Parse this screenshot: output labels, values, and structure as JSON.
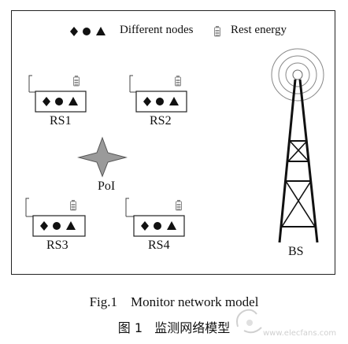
{
  "legend": {
    "nodes_text": "Different nodes",
    "energy_text": "Rest energy",
    "nodes_icon": "diamond-circle-triangle-icons",
    "energy_icon": "battery-icon"
  },
  "relay_stations": [
    {
      "label": "RS1"
    },
    {
      "label": "RS2"
    },
    {
      "label": "RS3"
    },
    {
      "label": "RS4"
    }
  ],
  "poi": {
    "label": "PoI",
    "icon": "four-point-star-icon"
  },
  "base_station": {
    "label": "BS",
    "icon": "radio-tower-icon"
  },
  "caption": {
    "en": "Fig.1    Monitor network model",
    "zh": "图 1   监测网络模型"
  },
  "watermark": {
    "icon": "watermark-logo-icon",
    "text": "www.elecfans.com"
  },
  "colors": {
    "line": "#222222",
    "poi_fill": "#9a9a9a",
    "battery": "#8a8a8a"
  }
}
